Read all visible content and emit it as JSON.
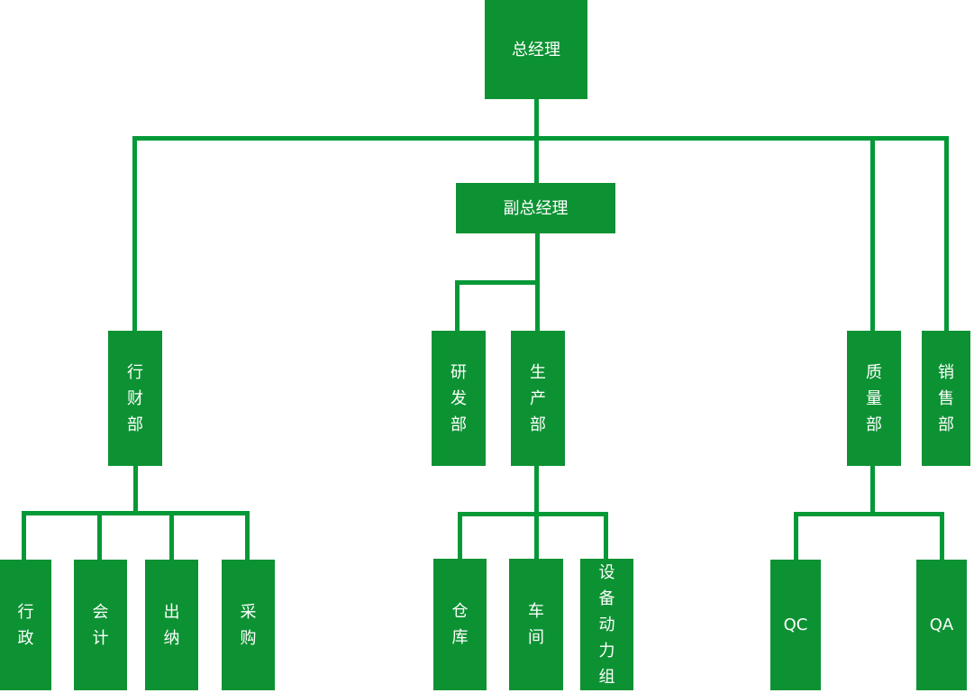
{
  "colors": {
    "box_fill": "#0D9233",
    "connector": "#049937",
    "text": "#FFFFFF"
  },
  "nodes": {
    "gm": {
      "label": "总经理"
    },
    "dgm": {
      "label": "副总经理"
    },
    "admin_finance": {
      "label": "行财部"
    },
    "rnd": {
      "label": "研发部"
    },
    "production": {
      "label": "生产部"
    },
    "quality": {
      "label": "质量部"
    },
    "sales": {
      "label": "销售部"
    },
    "admin": {
      "label": "行政"
    },
    "accounting": {
      "label": "会计"
    },
    "cashier": {
      "label": "出纳"
    },
    "purchasing": {
      "label": "采购"
    },
    "warehouse": {
      "label": "仓库"
    },
    "workshop": {
      "label": "车间"
    },
    "equipment_power": {
      "label": "设备动力组"
    },
    "qc": {
      "label": "QC"
    },
    "qa": {
      "label": "QA"
    }
  },
  "hierarchy": [
    {
      "parent": "总经理",
      "children": [
        "行财部",
        "副总经理",
        "质量部",
        "销售部"
      ]
    },
    {
      "parent": "副总经理",
      "children": [
        "研发部",
        "生产部"
      ]
    },
    {
      "parent": "行财部",
      "children": [
        "行政",
        "会计",
        "出纳",
        "采购"
      ]
    },
    {
      "parent": "生产部",
      "children": [
        "仓库",
        "车间",
        "设备动力组"
      ]
    },
    {
      "parent": "质量部",
      "children": [
        "QC",
        "QA"
      ]
    }
  ]
}
